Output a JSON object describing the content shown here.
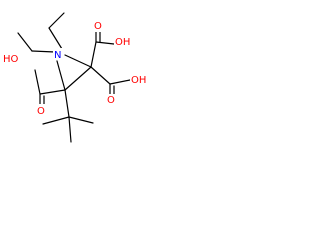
{
  "molecule": {
    "atoms": {
      "nitrogen": {
        "label": "N",
        "color": "#0000ff"
      },
      "hydroxyl_left": {
        "label": "HO",
        "color": "#ff0000"
      },
      "hydroxyl_top_right": {
        "label": "OH",
        "color": "#ff0000"
      },
      "hydroxyl_bottom_right": {
        "label": "OH",
        "color": "#ff0000"
      },
      "carbonyl_left": {
        "label": "O",
        "color": "#ff0000"
      },
      "carbonyl_top_right": {
        "label": "O",
        "color": "#ff0000"
      },
      "carbonyl_bottom_right": {
        "label": "O",
        "color": "#ff0000"
      }
    },
    "bond_color": "#000000"
  }
}
